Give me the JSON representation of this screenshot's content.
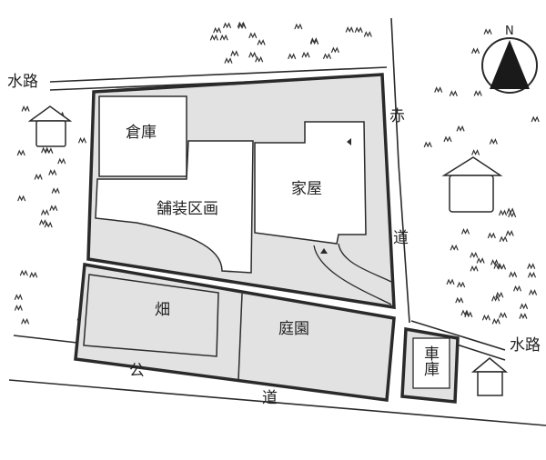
{
  "map": {
    "compass": {
      "label": "N"
    },
    "labels": {
      "water_left": "水路",
      "water_right": "水路",
      "warehouse": "倉庫",
      "paved_area": "舗装区画",
      "house": "家屋",
      "red_road_1": "赤",
      "red_road_2": "道",
      "field": "畑",
      "garden": "庭園",
      "public_road_1": "公",
      "public_road_2": "道",
      "garage": "車庫"
    },
    "colors": {
      "parcel_fill": "#e2e2e2",
      "line": "#2a2a2a",
      "building": "#ffffff"
    }
  }
}
